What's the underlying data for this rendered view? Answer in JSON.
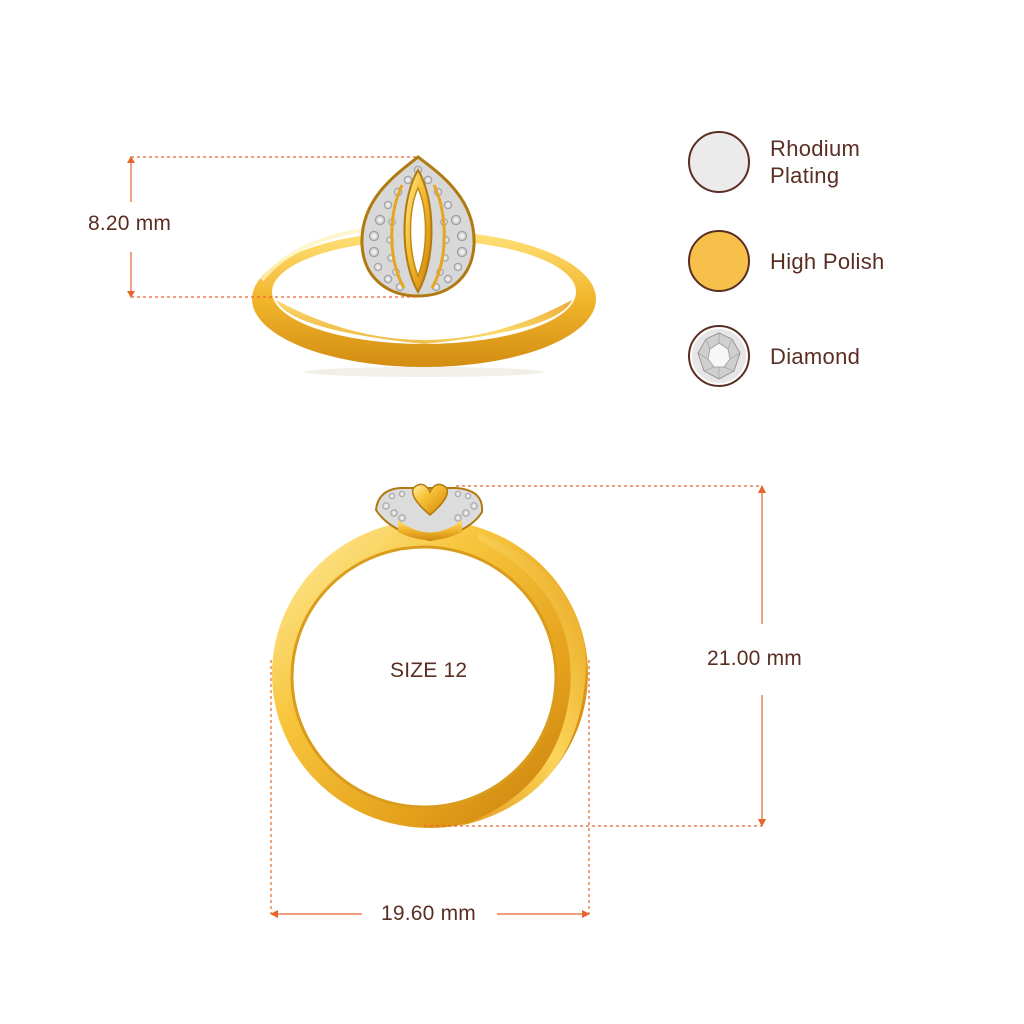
{
  "measurements": {
    "height": "8.20 mm",
    "ring_height": "21.00 mm",
    "ring_width": "19.60 mm",
    "size": "SIZE 12"
  },
  "legend": [
    {
      "line1": "Rhodium",
      "line2": "Plating",
      "color": "#ebebeb",
      "icon": "rhodium-swatch-icon"
    },
    {
      "line1": "High Polish",
      "line2": "",
      "color": "#f6c04a",
      "icon": "high-polish-swatch-icon"
    },
    {
      "line1": "Diamond",
      "line2": "",
      "color": "#ffffff",
      "icon": "diamond-swatch-icon"
    }
  ],
  "colors": {
    "dimension_line": "#e8642c",
    "text": "#5a2e22",
    "gold_light": "#ffd24a",
    "gold_dark": "#d08a10"
  }
}
